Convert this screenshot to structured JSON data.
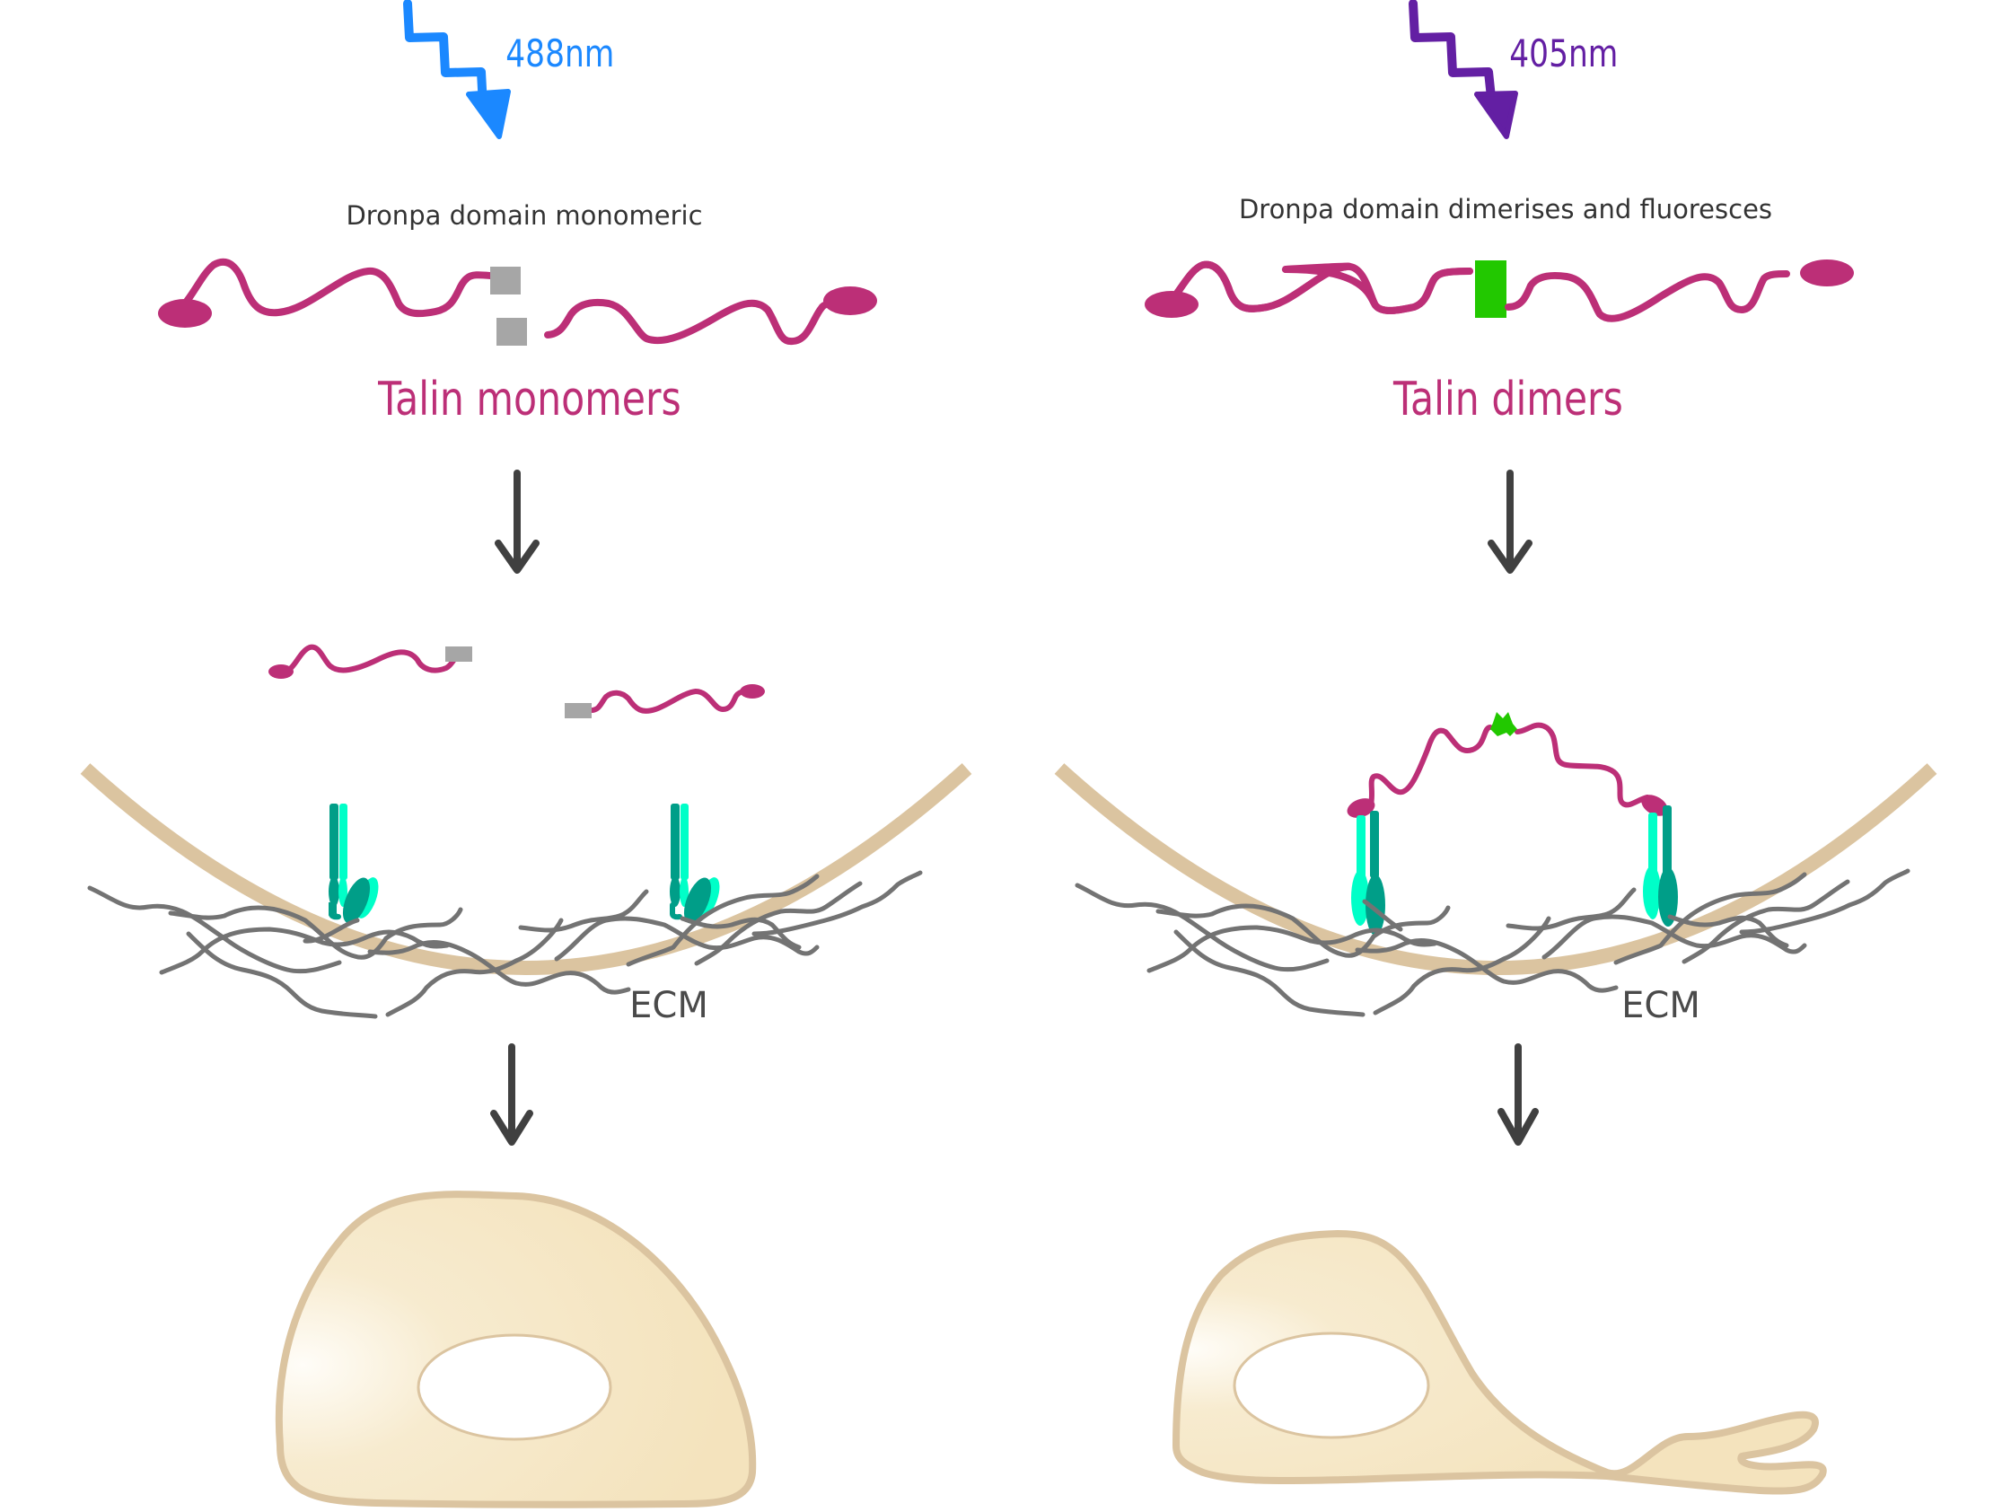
{
  "figure": {
    "panels": [
      {
        "id": "monomer",
        "light": {
          "label": "488nm",
          "color": "#1b88ff"
        },
        "dronpa_caption": "Dronpa domain monomeric",
        "state_label": "Talin monomers",
        "ecm_label": "ECM",
        "dronpa_state": "monomeric",
        "dronpa_color": "#a6a6a6",
        "cell_shape": "rounded"
      },
      {
        "id": "dimer",
        "light": {
          "label": "405nm",
          "color": "#631fa3"
        },
        "dronpa_caption": "Dronpa domain dimerises and fluoresces",
        "state_label": "Talin dimers",
        "ecm_label": "ECM",
        "dronpa_state": "dimerised, fluorescent",
        "dronpa_color": "#22c800",
        "cell_shape": "spread with protrusion"
      }
    ],
    "colors": {
      "talin": "#bc2f77",
      "membrane": "#dbc4a0",
      "ecm_fibres": "#737373",
      "integrin_alpha": "#009e88",
      "integrin_beta": "#00ffc8",
      "cell_fill": "#f5e4bf",
      "arrow": "#404040",
      "caption_text": "#333333"
    }
  }
}
